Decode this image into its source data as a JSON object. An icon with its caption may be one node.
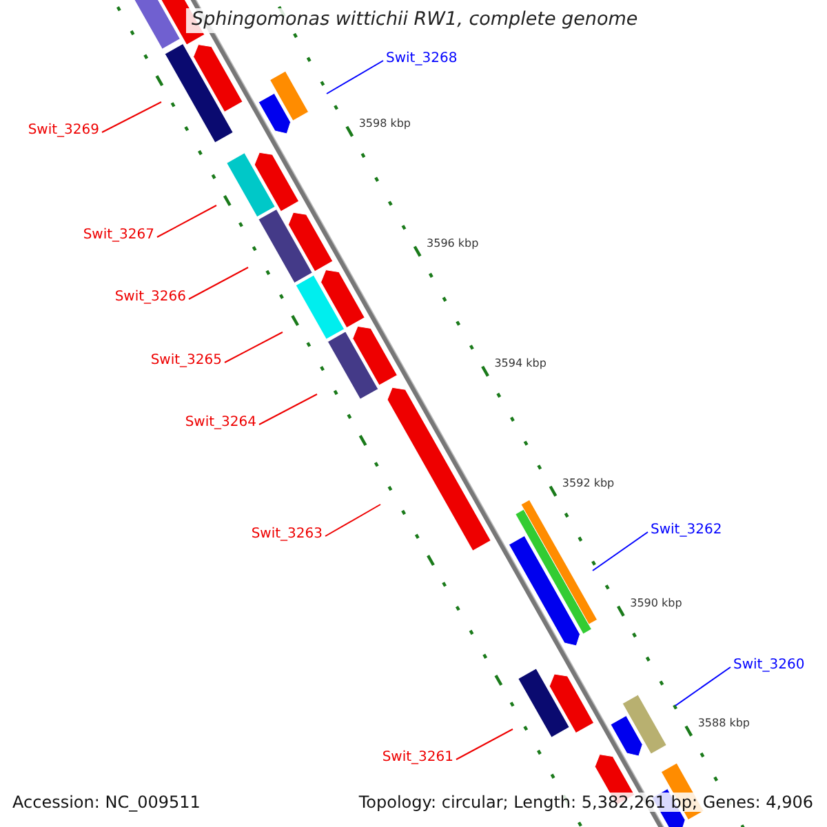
{
  "diagram": {
    "title": "Sphingomonas wittichii RW1, complete genome",
    "nodes": [
      {
        "text": [
          "Swit_3268"
        ]
      },
      {
        "text": [
          "Swit_3269"
        ]
      },
      {
        "text": [
          "Swit_3267"
        ]
      },
      {
        "text": [
          "Swit_3266"
        ]
      },
      {
        "text": [
          "Swit_3265"
        ]
      },
      {
        "text": [
          "Swit_3264"
        ]
      },
      {
        "text": [
          "Swit_3263"
        ]
      },
      {
        "text": [
          "Swit_3262"
        ]
      },
      {
        "text": [
          "Swit_3260"
        ]
      },
      {
        "text": [
          "Swit_3261"
        ]
      }
    ],
    "edges": [
      {
        "from": 0,
        "to": null,
        "arrow": "none",
        "color": "#0000ff"
      },
      {
        "from": 1,
        "to": null,
        "arrow": "none"
      },
      {
        "from": 2,
        "to": null,
        "arrow": "none"
      },
      {
        "from": 3,
        "to": null,
        "arrow": "none"
      },
      {
        "from": 4,
        "to": null,
        "arrow": "none"
      },
      {
        "from": 5,
        "to": null,
        "arrow": "none"
      },
      {
        "from": 6,
        "to": null,
        "arrow": "none"
      },
      {
        "from": 7,
        "to": null,
        "arrow": "none",
        "color": "#0000ff"
      },
      {
        "from": 8,
        "to": null,
        "arrow": "none",
        "color": "#0000ff"
      },
      {
        "from": 9,
        "to": null,
        "arrow": "none"
      }
    ],
    "labels": [
      "3598 kbp",
      "3596 kbp",
      "3594 kbp",
      "3592 kbp",
      "3590 kbp",
      "3588 kbp",
      "Accession: NC_009511",
      "Topology: circular; Length: 5,382,261 bp; Genes: 4,906"
    ]
  }
}
